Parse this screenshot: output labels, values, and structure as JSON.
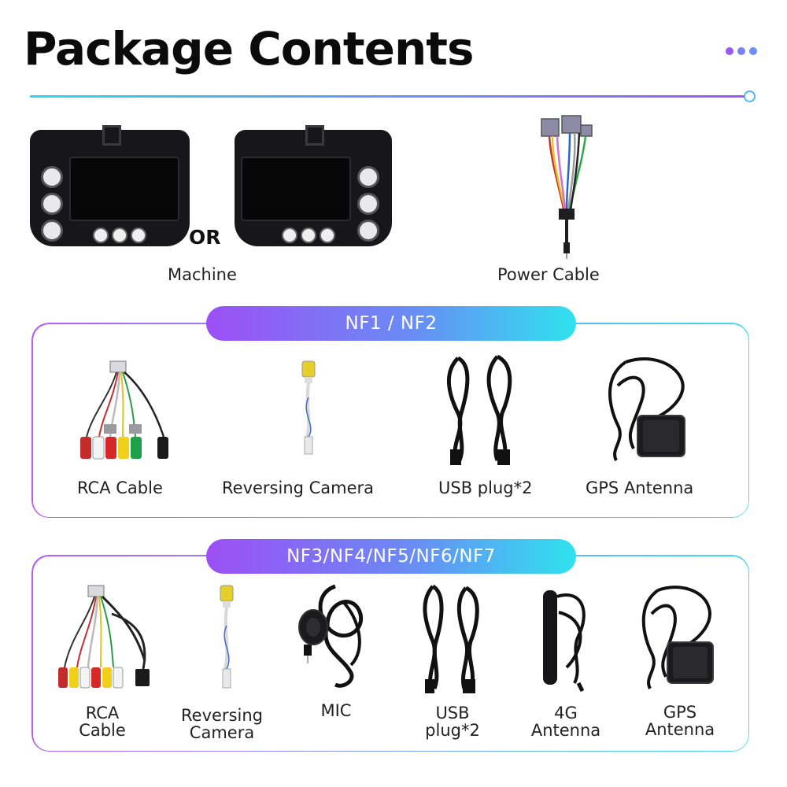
{
  "header": {
    "title": "Package Contents",
    "accent_colors": [
      "#28d8ef",
      "#6b8ff3",
      "#9b57f5"
    ]
  },
  "top_row": {
    "or_text": "OR",
    "machine_label": "Machine",
    "power_cable_label": "Power Cable"
  },
  "section_nf12": {
    "badge": "NF1 / NF2",
    "items": [
      {
        "label": "RCA Cable",
        "icon": "rca-cable-icon"
      },
      {
        "label": "Reversing Camera",
        "icon": "reversing-camera-cable-icon"
      },
      {
        "label": "USB plug*2",
        "icon": "usb-plug-icon"
      },
      {
        "label": "GPS Antenna",
        "icon": "gps-antenna-icon"
      }
    ]
  },
  "section_nf3to7": {
    "badge": "NF3/NF4/NF5/NF6/NF7",
    "items": [
      {
        "label_lines": [
          "RCA",
          "Cable"
        ],
        "icon": "rca-cable-icon"
      },
      {
        "label_lines": [
          "Reversing",
          "Camera"
        ],
        "icon": "reversing-camera-cable-icon"
      },
      {
        "label_lines": [
          "MIC"
        ],
        "icon": "microphone-icon"
      },
      {
        "label_lines": [
          "USB",
          "plug*2"
        ],
        "icon": "usb-plug-icon"
      },
      {
        "label_lines": [
          "4G",
          "Antenna"
        ],
        "icon": "4g-antenna-icon"
      },
      {
        "label_lines": [
          "GPS",
          "Antenna"
        ],
        "icon": "gps-antenna-icon"
      }
    ]
  }
}
